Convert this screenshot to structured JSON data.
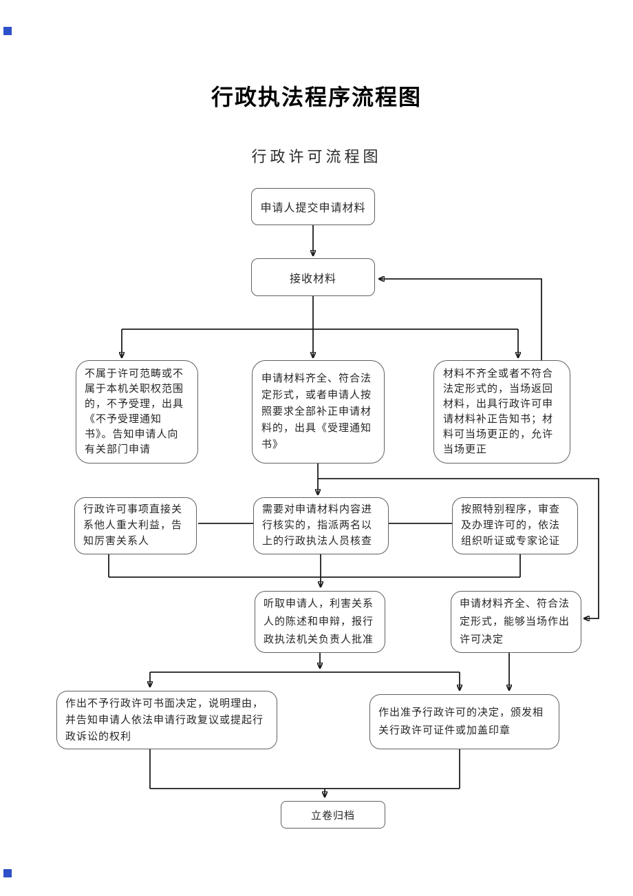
{
  "page": {
    "title": "行政执法程序流程图",
    "subtitle": "行政许可流程图",
    "background_color": "#ffffff",
    "corner_marker_color": "#2e50c8"
  },
  "flowchart": {
    "line_color": "#1c1c1c",
    "box_border_color": "#5f5f5f",
    "nodes": {
      "submit": {
        "label": "申请人提交申请材料"
      },
      "receive": {
        "label": "接收材料"
      },
      "reject": {
        "label": "不属于许可范畴或不属于本机关职权范围的，不予受理，出具《不予受理通知书》。告知申请人向有关部门申请"
      },
      "accept": {
        "label": "申请材料齐全、符合法定形式，或者申请人按照要求全部补正申请材料的，出具《受理通知书》"
      },
      "supplement": {
        "label": "材料不齐全或者不符合法定形式的，当场返回材料，出具行政许可申请材料补正告知书；材料可当场更正的，允许当场更正"
      },
      "notify": {
        "label": "行政许可事项直接关系他人重大利益，告知厉害关系人"
      },
      "verify": {
        "label": "需要对申请材料内容进行核实的，指派两名以上的行政执法人员核查"
      },
      "special": {
        "label": "按照特别程序，审查及办理许可的，依法组织听证或专家论证"
      },
      "hearing": {
        "label": "听取申请人，利害关系人的陈述和申辩，报行政执法机关负责人批准"
      },
      "onspot": {
        "label": "申请材料齐全、符合法定形式，能够当场作出许可决定"
      },
      "deny": {
        "label": "作出不予行政许可书面决定，说明理由，并告知申请人依法申请行政复议或提起行政诉讼的权利"
      },
      "grant": {
        "label": "作出准予行政许可的决定，颁发相关行政许可证件或加盖印章"
      },
      "archive": {
        "label": "立卷归档"
      }
    }
  }
}
